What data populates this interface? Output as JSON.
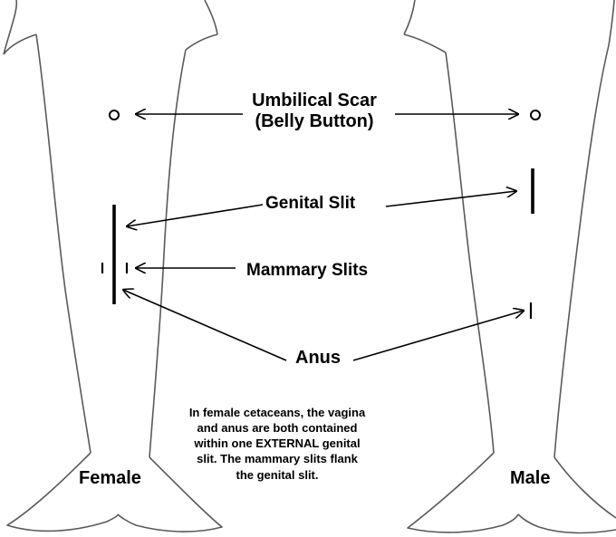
{
  "labels": {
    "umbilical_line1": "Umbilical Scar",
    "umbilical_line2": "(Belly Button)",
    "genital_slit": "Genital Slit",
    "mammary_slits": "Mammary Slits",
    "anus": "Anus",
    "female": "Female",
    "male": "Male"
  },
  "note": {
    "lines": [
      "In female cetaceans, the vagina",
      "and anus are both contained",
      "within one EXTERNAL genital",
      "slit.  The mammary slits flank",
      "the genital slit."
    ]
  },
  "colors": {
    "ink": "#000000",
    "outline": "#5a5a5a",
    "background": "#ffffff"
  }
}
